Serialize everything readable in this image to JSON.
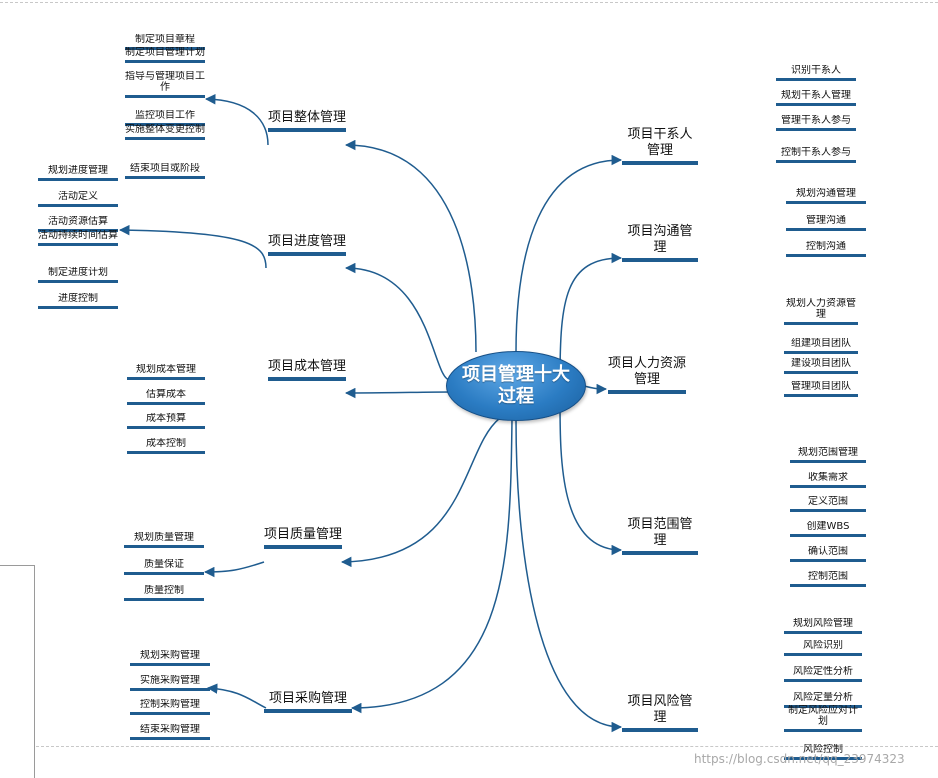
{
  "center": {
    "title": "项目管理十大过程"
  },
  "branches": {
    "integration": {
      "label": "项目整体管理",
      "items": [
        "制定项目章程",
        "制定项目管理计划",
        "指导与管理项目工作",
        "监控项目工作",
        "实施整体变更控制",
        "结束项目或阶段"
      ]
    },
    "schedule": {
      "label": "项目进度管理",
      "items": [
        "规划进度管理",
        "活动定义",
        "活动资源估算",
        "活动持续时间估算",
        "制定进度计划",
        "进度控制"
      ]
    },
    "cost": {
      "label": "项目成本管理",
      "items": [
        "规划成本管理",
        "估算成本",
        "成本预算",
        "成本控制"
      ]
    },
    "quality": {
      "label": "项目质量管理",
      "items": [
        "规划质量管理",
        "质量保证",
        "质量控制"
      ]
    },
    "procurement": {
      "label": "项目采购管理",
      "items": [
        "规划采购管理",
        "实施采购管理",
        "控制采购管理",
        "结束采购管理"
      ]
    },
    "stakeholder": {
      "label": "项目干系人管理",
      "items": [
        "识别干系人",
        "规划干系人管理",
        "管理干系人参与",
        "控制干系人参与"
      ]
    },
    "communication": {
      "label": "项目沟通管理",
      "items": [
        "规划沟通管理",
        "管理沟通",
        "控制沟通"
      ]
    },
    "hr": {
      "label": "项目人力资源管理",
      "items": [
        "规划人力资源管理",
        "组建项目团队",
        "建设项目团队",
        "管理项目团队"
      ]
    },
    "scope": {
      "label": "项目范围管理",
      "items": [
        "规划范围管理",
        "收集需求",
        "定义范围",
        "创建WBS",
        "确认范围",
        "控制范围"
      ]
    },
    "risk": {
      "label": "项目风险管理",
      "items": [
        "规划风险管理",
        "风险识别",
        "风险定性分析",
        "风险定量分析",
        "制定风险应对计划",
        "风险控制"
      ]
    }
  },
  "watermark": "https://blog.csdn.net/qq_23974323",
  "colors": {
    "line": "#1f5c8f",
    "node": "#2b7cc3"
  }
}
